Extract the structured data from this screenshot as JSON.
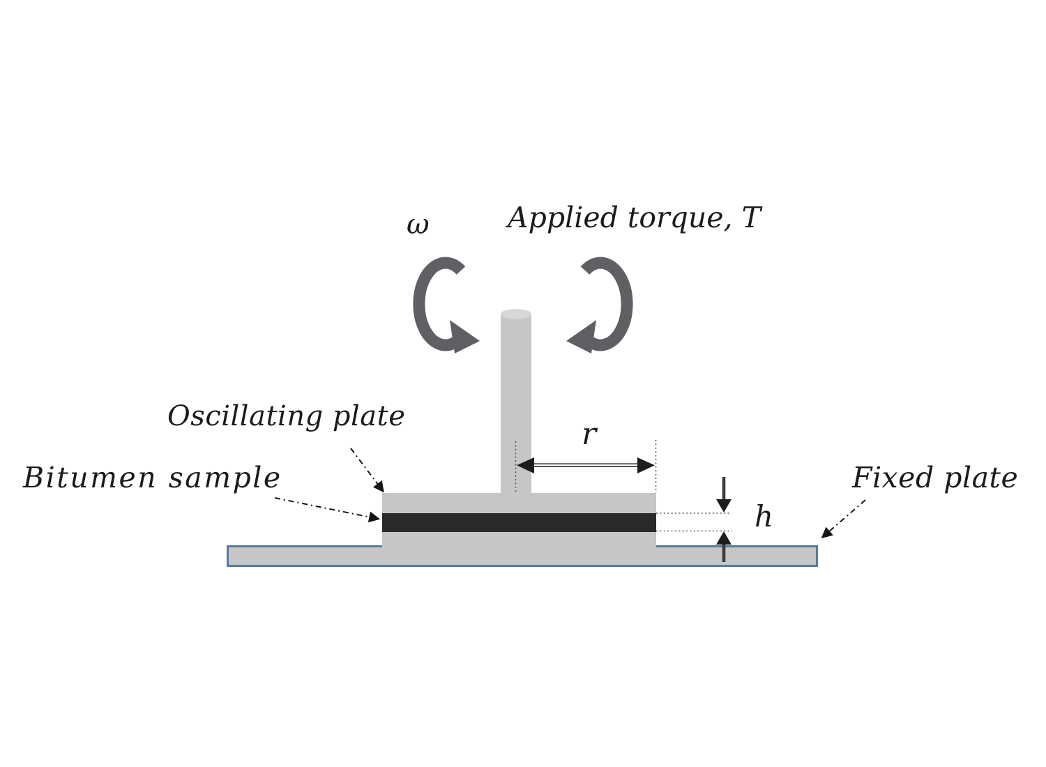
{
  "labels": {
    "angular_velocity_symbol": "ω",
    "applied_torque": "Applied torque, T",
    "oscillating_plate": "Oscillating plate",
    "bitumen_sample": "Bitumen sample",
    "fixed_plate": "Fixed plate",
    "radius_symbol": "r",
    "gap_symbol": "h"
  },
  "icons": {
    "rotation_arrow_left": "curved-rotation-arrow-counterclockwise",
    "rotation_arrow_right": "curved-rotation-arrow-clockwise",
    "leader_arrows": "dash-dot-leader-arrow",
    "radius_dimension": "double-headed-dimension-arrow",
    "gap_dimension": "opposing-vertical-dimension-arrows"
  },
  "colors": {
    "background": "#ffffff",
    "metal_gray": "#c6c6c7",
    "shaft_cap_gray": "#d7d7d7",
    "bitumen_black": "#2a2a2c",
    "fixed_plate_border": "#567b9c",
    "rotation_arrow_gray": "#606064",
    "text": "#1b1b1b"
  }
}
